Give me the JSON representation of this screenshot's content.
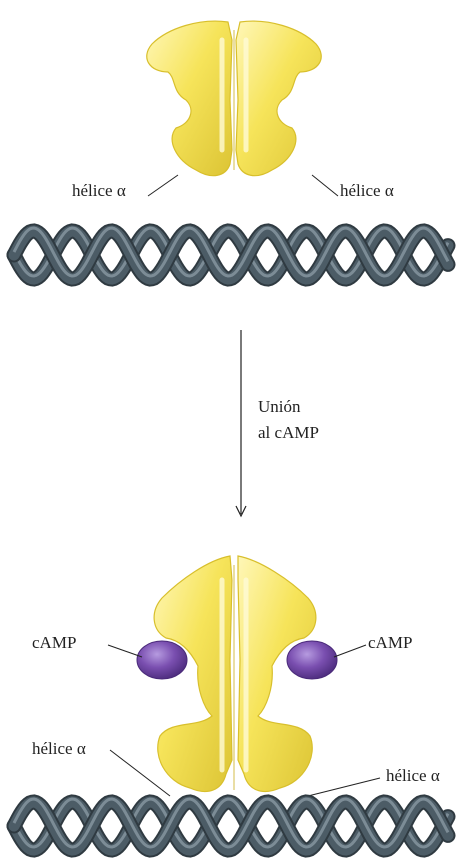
{
  "top": {
    "label_left": "hélice α",
    "label_right": "hélice α"
  },
  "transition": {
    "line1": "Unión",
    "line2": "al cAMP"
  },
  "bottom": {
    "camp_left": "cAMP",
    "camp_right": "cAMP",
    "label_left": "hélice α",
    "label_right": "hélice α"
  },
  "colors": {
    "protein": "#f6e45a",
    "protein_highlight": "#fff7b8",
    "protein_shadow": "#d8bf2c",
    "camp": "#7a4fb0",
    "dna": "#4c5c66"
  }
}
